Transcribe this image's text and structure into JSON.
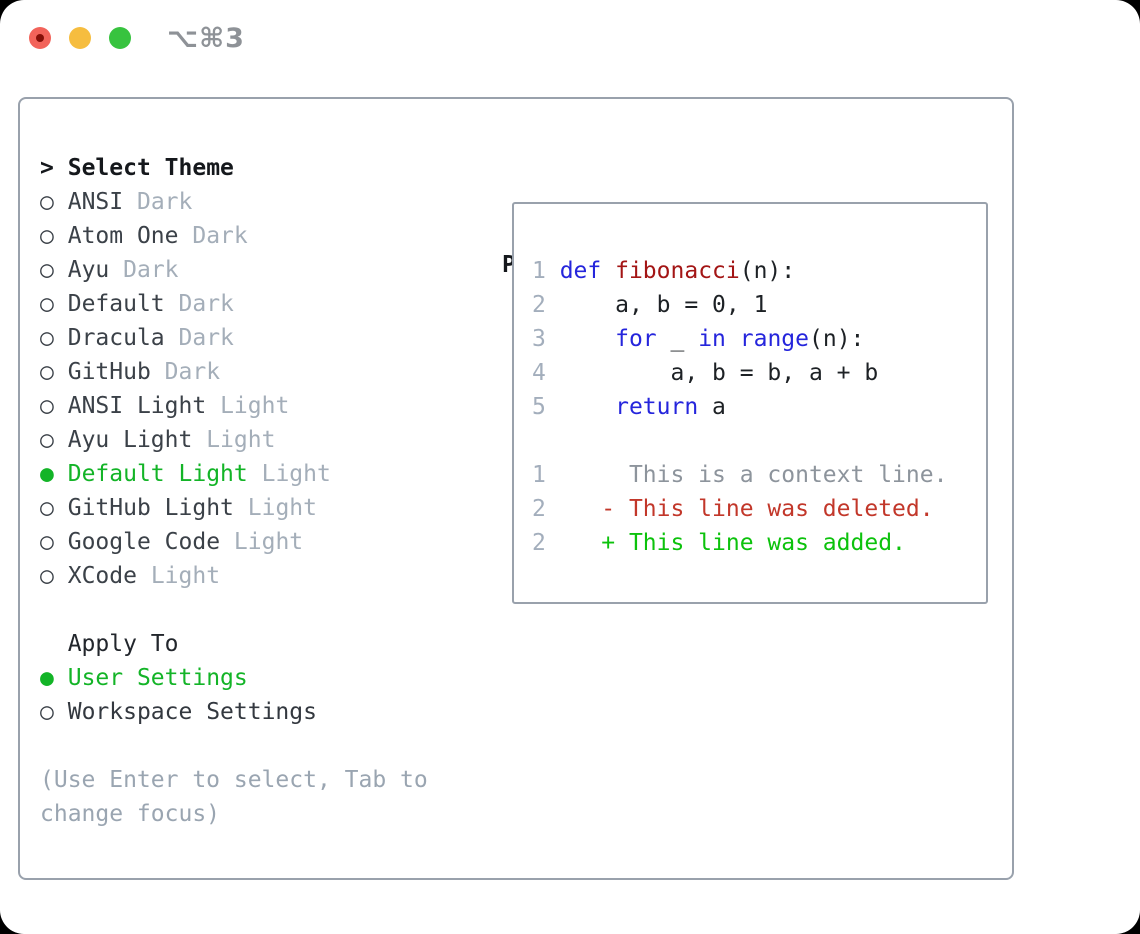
{
  "titlebar": {
    "shortcut": "⌥⌘3"
  },
  "icons": {
    "radio_unselected": "○",
    "radio_selected": "●",
    "prompt": ">"
  },
  "theme_list": {
    "prompt": ">",
    "title": "Select Theme",
    "items": [
      {
        "name": "ANSI",
        "tag": "Dark",
        "selected": false
      },
      {
        "name": "Atom One",
        "tag": "Dark",
        "selected": false
      },
      {
        "name": "Ayu",
        "tag": "Dark",
        "selected": false
      },
      {
        "name": "Default",
        "tag": "Dark",
        "selected": false
      },
      {
        "name": "Dracula",
        "tag": "Dark",
        "selected": false
      },
      {
        "name": "GitHub",
        "tag": "Dark",
        "selected": false
      },
      {
        "name": "ANSI Light",
        "tag": "Light",
        "selected": false
      },
      {
        "name": "Ayu Light",
        "tag": "Light",
        "selected": false
      },
      {
        "name": "Default Light",
        "tag": "Light",
        "selected": true
      },
      {
        "name": "GitHub Light",
        "tag": "Light",
        "selected": false
      },
      {
        "name": "Google Code",
        "tag": "Light",
        "selected": false
      },
      {
        "name": "XCode",
        "tag": "Light",
        "selected": false
      }
    ]
  },
  "apply_to": {
    "title": "Apply To",
    "options": [
      {
        "label": "User Settings",
        "selected": true
      },
      {
        "label": "Workspace Settings",
        "selected": false
      }
    ]
  },
  "help_text": "(Use Enter to select, Tab to change focus)",
  "preview": {
    "title": "Preview",
    "lines": [
      [
        {
          "t": "1 ",
          "c": "ln"
        },
        {
          "t": "def",
          "c": "kw"
        },
        {
          "t": " ",
          "c": "pl"
        },
        {
          "t": "fibonacci",
          "c": "fn"
        },
        {
          "t": "(n):",
          "c": "pl"
        }
      ],
      [
        {
          "t": "2 ",
          "c": "ln"
        },
        {
          "t": "    a, b = 0, 1",
          "c": "pl"
        }
      ],
      [
        {
          "t": "3 ",
          "c": "ln"
        },
        {
          "t": "    ",
          "c": "pl"
        },
        {
          "t": "for",
          "c": "kw"
        },
        {
          "t": " _ ",
          "c": "pl"
        },
        {
          "t": "in",
          "c": "kw"
        },
        {
          "t": " ",
          "c": "pl"
        },
        {
          "t": "range",
          "c": "kw"
        },
        {
          "t": "(n):",
          "c": "pl"
        }
      ],
      [
        {
          "t": "4 ",
          "c": "ln"
        },
        {
          "t": "        a, b = b, a + b",
          "c": "pl"
        }
      ],
      [
        {
          "t": "5 ",
          "c": "ln"
        },
        {
          "t": "    ",
          "c": "pl"
        },
        {
          "t": "return",
          "c": "kw"
        },
        {
          "t": " a",
          "c": "pl"
        }
      ],
      [],
      [
        {
          "t": "1 ",
          "c": "ln"
        },
        {
          "t": "     This is a context line.",
          "c": "ctx"
        }
      ],
      [
        {
          "t": "2 ",
          "c": "ln"
        },
        {
          "t": "   - This line was deleted.",
          "c": "del"
        }
      ],
      [
        {
          "t": "2 ",
          "c": "ln"
        },
        {
          "t": "   + This line was added.",
          "c": "add"
        }
      ]
    ]
  },
  "colors": {
    "window_bg": "#ffffff",
    "outside_bg": "#000000",
    "panel_border": "#99a1ac",
    "muted": "#a4aeb9",
    "help": "#9aa5b1",
    "green": "#13b427",
    "shortcut": "#8e9297",
    "traffic_red": "#f2635a",
    "traffic_red_dot": "#850f08",
    "traffic_yellow": "#f6bd3f",
    "traffic_green": "#37c33f",
    "code": {
      "line_number": "#a3aebc",
      "keyword": "#2525dc",
      "function": "#a31515",
      "plain": "#1d2125",
      "context": "#8d949c",
      "deleted": "#c2372a",
      "added": "#0cc20c"
    }
  }
}
